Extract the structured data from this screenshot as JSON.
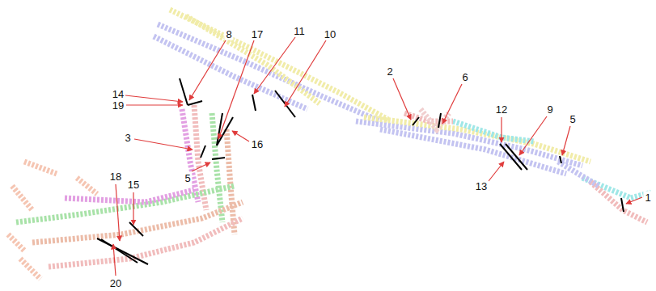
{
  "diagram": {
    "labels": [
      "8",
      "17",
      "11",
      "10",
      "14",
      "19",
      "3",
      "16",
      "5",
      "18",
      "15",
      "20",
      "2",
      "6",
      "12",
      "9",
      "5",
      "13",
      "1"
    ]
  }
}
